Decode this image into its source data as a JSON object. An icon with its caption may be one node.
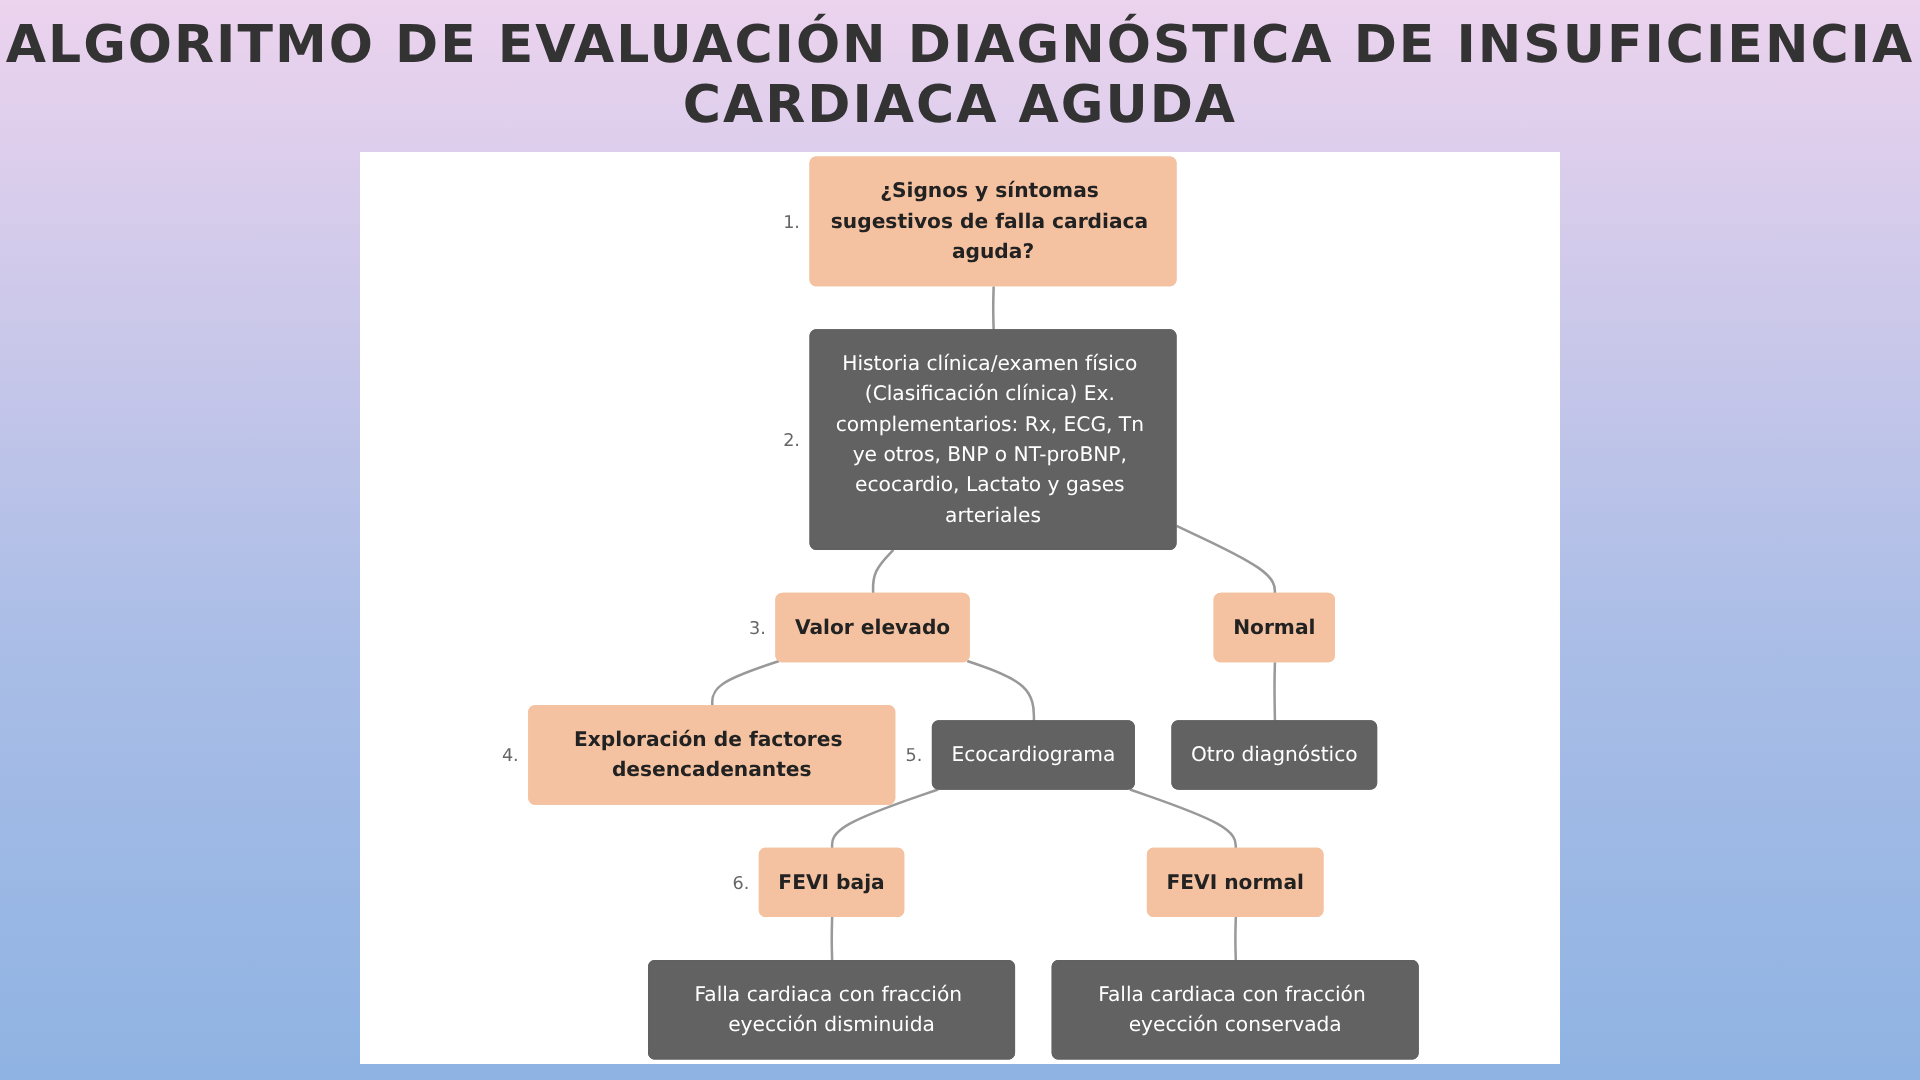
{
  "diagram": {
    "title": "ALGORITMO DE EVALUACIÓN DIAGNÓSTICA DE INSUFICIENCIA CARDIACA AGUDA",
    "nodes": [
      {
        "text": [
          "¿Signos y síntomas sugestivos de falla cardiaca aguda?"
        ],
        "beside": [
          "1."
        ]
      },
      {
        "text": [
          "Historia clínica/examen físico (Clasificación clínica) Ex. complementarios: Rx, ECG, Tn ye otros, BNP o NT-proBNP, ecocardio, Lactato y gases arteriales"
        ],
        "beside": [
          "2."
        ]
      },
      {
        "text": [
          "Valor elevado"
        ],
        "beside": [
          "3."
        ]
      },
      {
        "text": [
          "Exploración de factores desencadenantes"
        ],
        "beside": [
          "4."
        ]
      },
      {
        "text": [
          "Normal"
        ]
      },
      {
        "text": [
          "Ecocardiograma"
        ],
        "beside": [
          "5."
        ]
      },
      {
        "text": [
          "Otro diagnóstico"
        ]
      },
      {
        "text": [
          "FEVI baja"
        ],
        "beside": [
          "6."
        ]
      },
      {
        "text": [
          "FEVI normal"
        ]
      },
      {
        "text": [
          "Falla cardiaca con fracción eyección disminuida"
        ]
      },
      {
        "text": [
          "Falla cardiaca con fracción eyección conservada"
        ]
      }
    ],
    "edges": [
      {
        "from": 0,
        "to": 1,
        "arrow": "none"
      },
      {
        "from": 1,
        "to": 2,
        "arrow": "none"
      },
      {
        "from": 1,
        "to": 4,
        "arrow": "none"
      },
      {
        "from": 2,
        "to": 3,
        "arrow": "none"
      },
      {
        "from": 2,
        "to": 5,
        "arrow": "none"
      },
      {
        "from": 4,
        "to": 6,
        "arrow": "none"
      },
      {
        "from": 5,
        "to": 7,
        "arrow": "none"
      },
      {
        "from": 5,
        "to": 8,
        "arrow": "none"
      },
      {
        "from": 7,
        "to": 9,
        "arrow": "none"
      },
      {
        "from": 8,
        "to": 10,
        "arrow": "none"
      }
    ]
  }
}
